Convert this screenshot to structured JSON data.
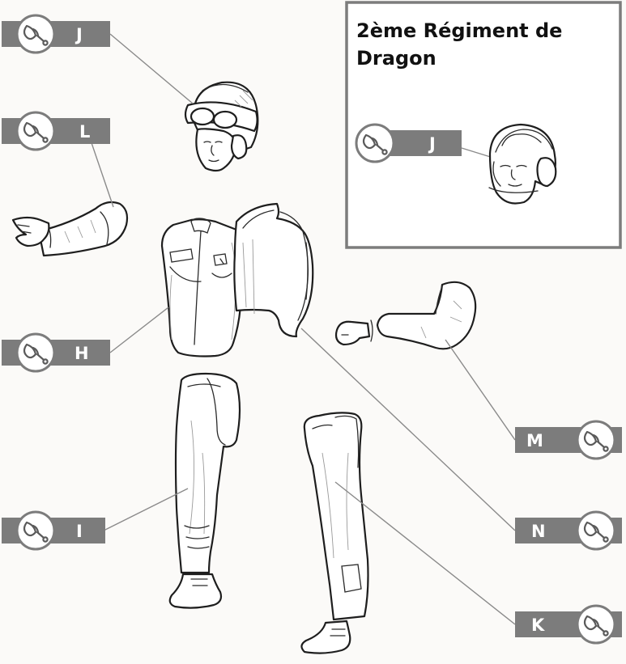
{
  "inset": {
    "title_line1": "2ème Régiment de",
    "title_line2": "Dragon"
  },
  "callouts": {
    "J": "J",
    "L": "L",
    "H": "H",
    "I": "I",
    "M": "M",
    "N": "N",
    "K": "K",
    "inset_J": "J"
  },
  "icons": {
    "callout_tool": "paint-brush-hand-icon"
  },
  "colors": {
    "tag_grey": "#7c7c7c",
    "line": "#1e1e1e",
    "background": "#fbfaf8"
  }
}
